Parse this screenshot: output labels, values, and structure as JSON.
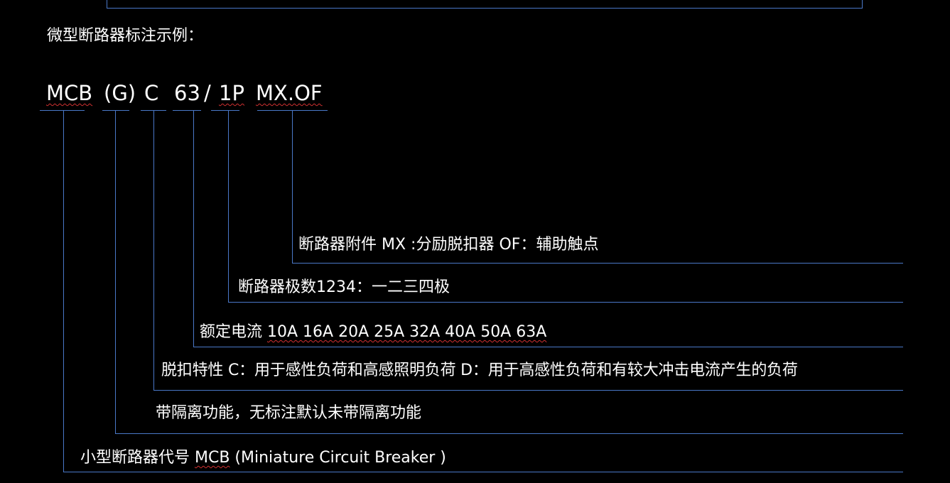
{
  "heading": "微型断路器标注示例：",
  "code_parts": {
    "mcb": "MCB",
    "g": "(G)",
    "c": "C",
    "current": "63",
    "slash": "/",
    "poles": "1P",
    "accessory": "MX.OF"
  },
  "descriptions": {
    "accessory": {
      "prefix": "断路器附件 ",
      "mx": "MX :",
      "mx_text": "分励脱扣器 ",
      "of": "OF：",
      "of_text": "辅助触点"
    },
    "poles": {
      "text": "断路器极数1234：一二三四极"
    },
    "current": {
      "prefix": "额定电流 ",
      "values": "10A 16A 20A 25A 32A 40A 50A 63A"
    },
    "trip": {
      "prefix": "脱扣特性 ",
      "c": "C",
      "c_text": "：用于感性负荷和高感照明负荷 ",
      "d": "D",
      "d_text": "：用于高感性负荷和有较大冲击电流产生的负荷"
    },
    "isolation": {
      "text": "带隔离功能，无标注默认未带隔离功能"
    },
    "code": {
      "prefix": "小型断路器代号 ",
      "mcb": "MCB",
      "suffix": " (Miniature Circuit Breaker )"
    }
  },
  "colors": {
    "background": "#000000",
    "text": "#ffffff",
    "line": "#4a78c8",
    "spell_mark": "#d03030"
  }
}
